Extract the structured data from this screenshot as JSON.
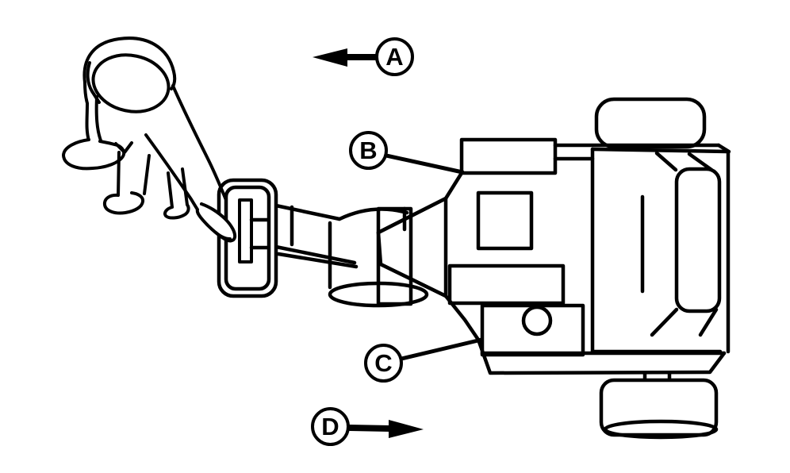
{
  "diagram": {
    "background_color": "#ffffff",
    "line_color": "#000000",
    "callouts": {
      "a": {
        "label": "A",
        "marker": "arrow-left-icon"
      },
      "b": {
        "label": "B",
        "marker": "leader-line"
      },
      "c": {
        "label": "C",
        "marker": "leader-line"
      },
      "d": {
        "label": "D",
        "marker": "arrow-right-icon"
      }
    }
  }
}
